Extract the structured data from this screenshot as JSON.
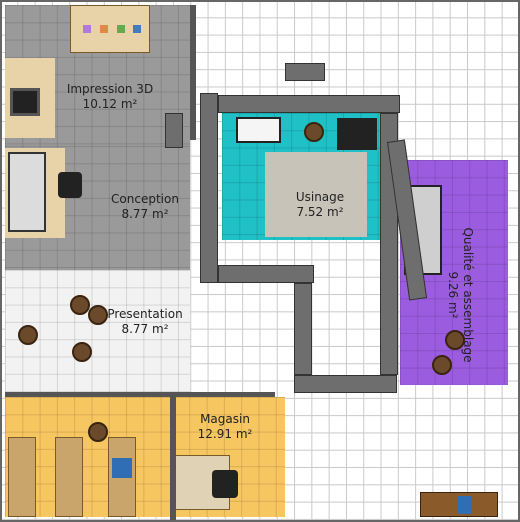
{
  "rooms": {
    "impression3d": {
      "name": "Impression 3D",
      "area": "10.12 m²"
    },
    "conception": {
      "name": "Conception",
      "area": "8.77 m²"
    },
    "presentation": {
      "name": "Presentation",
      "area": "8.77 m²"
    },
    "usinage": {
      "name": "Usinage",
      "area": "7.52 m²"
    },
    "qualite": {
      "name": "Qualité et assemblage",
      "area": "9.26 m²"
    },
    "magasin": {
      "name": "Magasin",
      "area": "12.91 m²"
    }
  },
  "colors": {
    "grey_room": "#999999",
    "presentation_room": "#f2f2f2",
    "usinage_room": "#1fc0c6",
    "usinage_floor": "#c7c3b8",
    "qualite_room": "#9b5ce0",
    "magasin_room": "#f6c660",
    "wall": "#4f4f4f"
  }
}
